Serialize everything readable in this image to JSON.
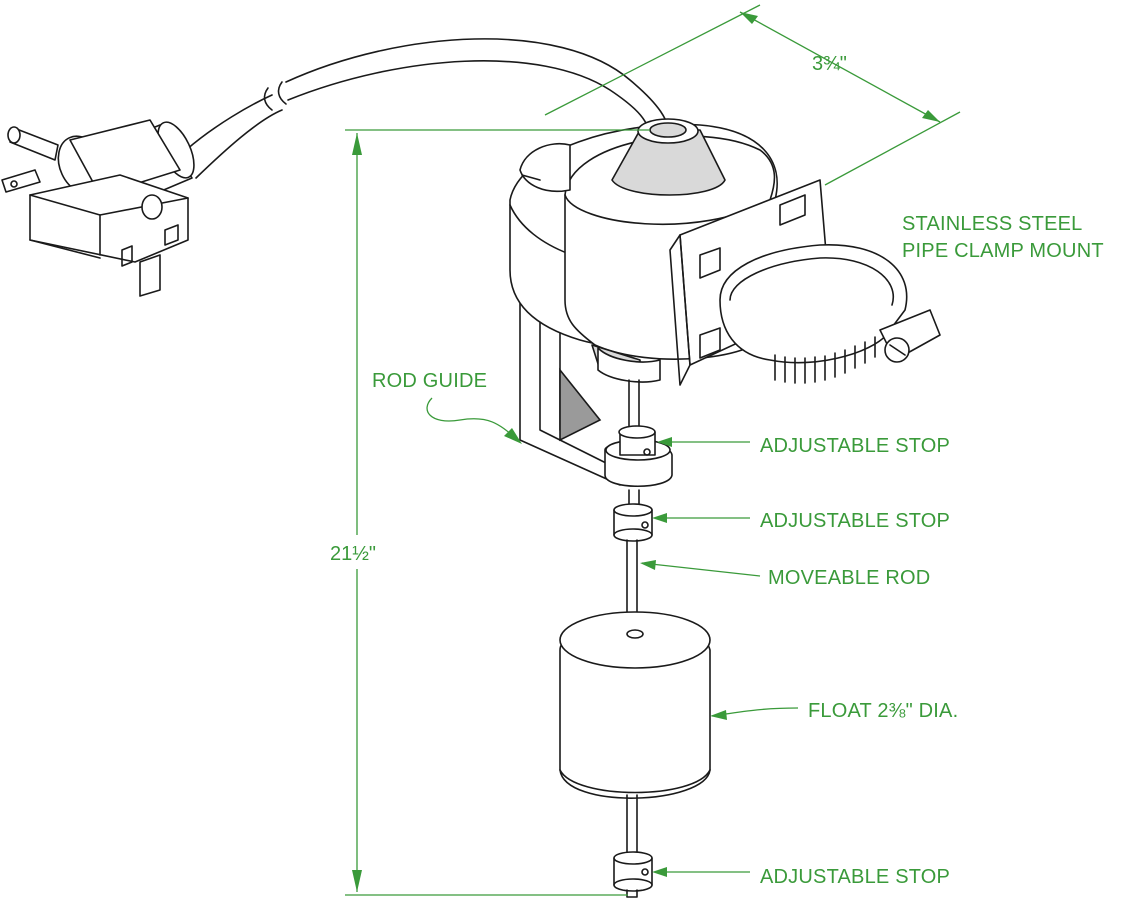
{
  "labels": {
    "clamp_line1": "STAINLESS STEEL",
    "clamp_line2": "PIPE CLAMP MOUNT",
    "rod_guide": "ROD GUIDE",
    "stop_1": "ADJUSTABLE STOP",
    "stop_2": "ADJUSTABLE STOP",
    "moveable_rod": "MOVEABLE ROD",
    "float": "FLOAT 2⅜\" DIA.",
    "stop_3": "ADJUSTABLE STOP"
  },
  "dimensions": {
    "width": "3¾\"",
    "height": "21½\""
  },
  "colors": {
    "annotation": "#3a9a3a",
    "ink": "#1a1a1a",
    "shade": "#d9d9d9"
  }
}
